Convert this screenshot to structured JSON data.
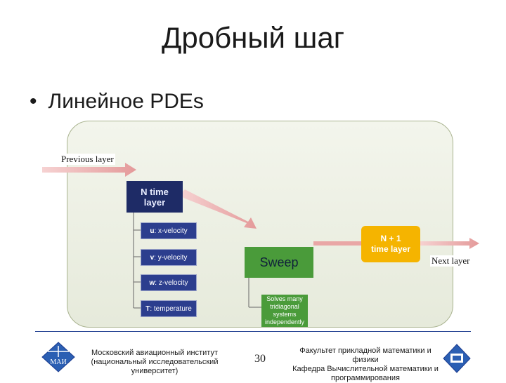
{
  "slide": {
    "title": "Дробный шаг",
    "bullet": "Линейное PDEs",
    "bullet_symbol": "•"
  },
  "diagram": {
    "previous_layer": "Previous layer",
    "next_layer": "Next layer",
    "n_time_layer": [
      "N time",
      "layer"
    ],
    "variables": [
      {
        "letter": "u",
        "rest": ": x-velocity"
      },
      {
        "letter": "v",
        "rest": ": y-velocity"
      },
      {
        "letter": "w",
        "rest": ": z-velocity"
      },
      {
        "letter": "T",
        "rest": ": temperature"
      }
    ],
    "n_plus_one_layer": [
      "N + 1",
      "time layer"
    ],
    "sweep": "Sweep",
    "solves": [
      "Solves many",
      "tridiagonal",
      "systems",
      "independently"
    ],
    "colors": {
      "n_time": "#1e2b66",
      "variable": "#2c3e8e",
      "n_plus_one": "#f5b400",
      "sweep": "#4a9b3a",
      "arrow": "#e9a6a6",
      "panel": "#eef1e4"
    }
  },
  "footer": {
    "institute_line1": "Московский авиационный институт",
    "institute_line2": "(национальный исследовательский университет)",
    "page_number": "30",
    "faculty_line1": "Факультет прикладной математики и физики",
    "faculty_line2": "Кафедра Вычислительной математики и",
    "faculty_line3": "программирования",
    "logo_left_text": "МАИ"
  }
}
